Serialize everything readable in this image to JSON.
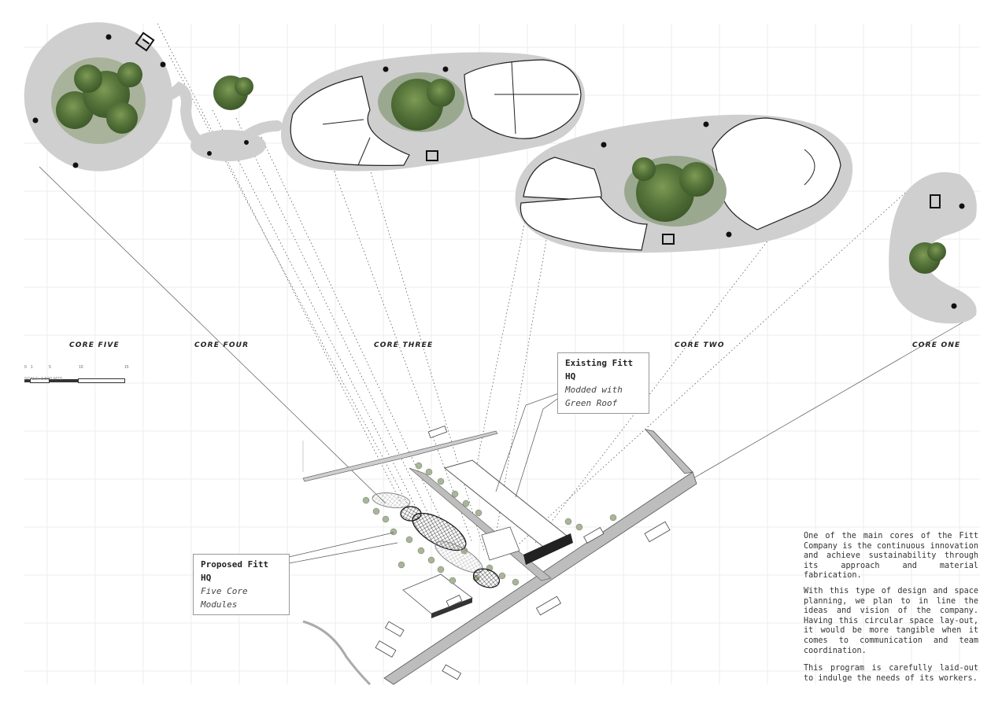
{
  "cores": [
    {
      "label": "CORE FIVE"
    },
    {
      "label": "CORE FOUR"
    },
    {
      "label": "CORE THREE"
    },
    {
      "label": "CORE TWO"
    },
    {
      "label": "CORE ONE"
    }
  ],
  "callouts": {
    "existing": {
      "title": "Existing Fitt HQ",
      "subtitle_line1": "Modded with",
      "subtitle_line2": "Green Roof"
    },
    "proposed": {
      "title": "Proposed Fitt HQ",
      "subtitle": "Five Core Modules"
    }
  },
  "description": {
    "p1": "One of the main cores of the Fitt Company is the continuous innovation and achieve sustainability through its approach and material fabrication.",
    "p2": "With this type of design and space planning, we plan to in line the ideas and vision of the company. Having this circular space lay-out, it would be more tangible when it comes to communication and team coordination.",
    "p3": "This program is carefully laid-out to indulge the needs of its workers."
  },
  "scale_bar": {
    "ticks": [
      "0",
      "1",
      "5",
      "10",
      "15"
    ],
    "caption": "SCALE: 1:500 MTS"
  },
  "colors": {
    "plan_fill": "#cfcfcf",
    "tree_green": "#5b7a3c",
    "grid": "#ececec",
    "line": "#222222"
  }
}
